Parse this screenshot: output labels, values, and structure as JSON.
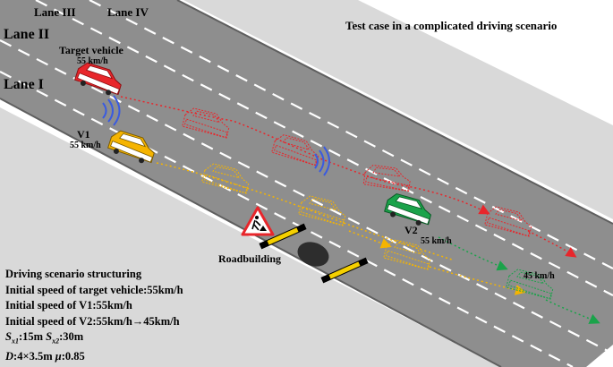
{
  "title": "Test case in a complicated driving scenario",
  "lanes": {
    "lane_iii": "Lane III",
    "lane_iv": "Lane IV",
    "lane_ii": "Lane II",
    "lane_i": "Lane I"
  },
  "vehicles": {
    "target": {
      "name": "Target vehicle",
      "speed": "55 km/h",
      "color": "#e8262b"
    },
    "v1": {
      "name": "V1",
      "speed": "55 km/h",
      "color": "#f5b400"
    },
    "v2": {
      "name": "V2",
      "speed": "55 km/h",
      "speed_final": "45 km/h",
      "color": "#1aa34a"
    }
  },
  "obstacle": {
    "label": "Roadbuilding"
  },
  "info": {
    "heading": "Driving scenario structuring",
    "line1": "Initial speed of target vehicle:55km/h",
    "line2": "Initial speed of V1:55km/h",
    "line3": "Initial speed of V2:55km/h→45km/h",
    "line4_a": "S",
    "line4_a_sub": "x1",
    "line4_a_val": ":15m ",
    "line4_b": "S",
    "line4_b_sub": "x2",
    "line4_b_val": ":30m",
    "line5_d": "D",
    "line5_d_val": ":4×3.5m  ",
    "line5_mu": "μ",
    "line5_mu_val": ":0.85"
  },
  "colors": {
    "road": "#8c8c8c",
    "road_edge": "#6f6f6f",
    "shoulder": "#d8d8d8",
    "lane_dash": "#ffffff",
    "red_path": "#e8262b",
    "yellow_path": "#f5b400",
    "green_path": "#1aa34a",
    "signal": "#3a5be0"
  },
  "icons": [
    "road-icon",
    "car-icon",
    "signal-icon",
    "warning-sign-icon",
    "pothole-icon",
    "barrier-icon"
  ]
}
